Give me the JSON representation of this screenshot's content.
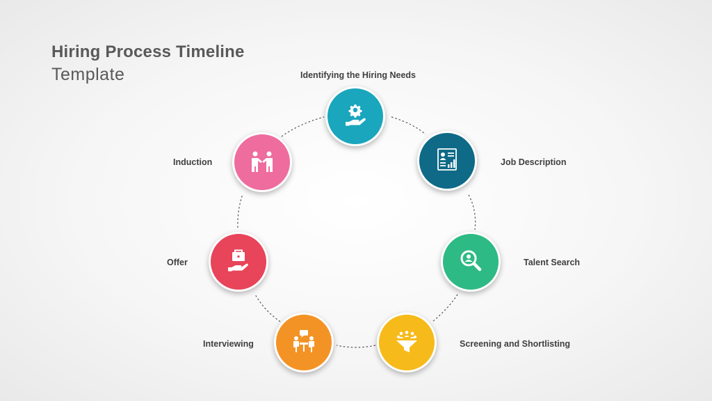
{
  "header": {
    "title": "Hiring Process Timeline",
    "subtitle": "Template"
  },
  "steps": [
    {
      "label": "Identifying the Hiring Needs",
      "color": "#1AA6BD",
      "icon": "hand-gear-icon"
    },
    {
      "label": "Job Description",
      "color": "#0E6A86",
      "icon": "document-chart-icon"
    },
    {
      "label": "Talent Search",
      "color": "#2DBA84",
      "icon": "search-person-icon"
    },
    {
      "label": "Screening and Shortlisting",
      "color": "#F6BA1A",
      "icon": "funnel-people-icon"
    },
    {
      "label": "Interviewing",
      "color": "#F39325",
      "icon": "interview-icon"
    },
    {
      "label": "Offer",
      "color": "#E8445A",
      "icon": "hand-briefcase-icon"
    },
    {
      "label": "Induction",
      "color": "#EE6C9E",
      "icon": "handshake-icon"
    }
  ]
}
